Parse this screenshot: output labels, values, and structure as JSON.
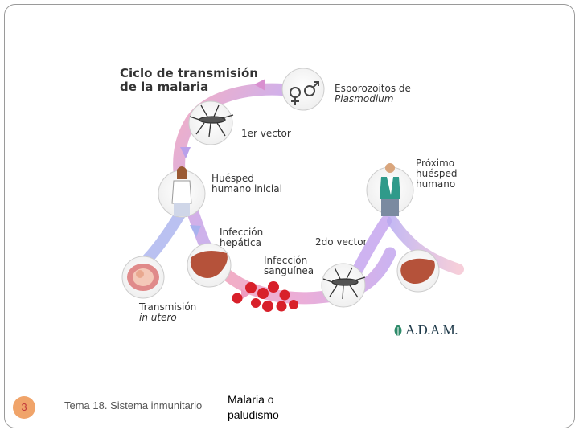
{
  "diagram": {
    "title_line1": "Ciclo de transmisión",
    "title_line2": "de la malaria",
    "sporozoites_line1": "Esporozoitos de",
    "sporozoites_line2": "Plasmodium",
    "first_vector": "1er vector",
    "initial_host_line1": "Huésped",
    "initial_host_line2": "humano inicial",
    "next_host_line1": "Próximo",
    "next_host_line2": "huésped",
    "next_host_line3": "humano",
    "liver_infection_line1": "Infección",
    "liver_infection_line2": "hepática",
    "second_vector": "2do vector",
    "blood_infection_line1": "Infección",
    "blood_infection_line2": "sanguínea",
    "in_utero_line1": "Transmisión",
    "in_utero_line2": "in utero",
    "credit": "A.D.A.M."
  },
  "footer": {
    "slide_number": "3",
    "course_topic": "Tema 18. Sistema inmunitario",
    "slide_topic": "Malaria o paludismo"
  },
  "colors": {
    "cycle_pink": "#f2a0b8",
    "cycle_purple": "#c9a2e6",
    "cycle_blue": "#a8b2ee",
    "blood_cell_red": "#d8202a",
    "liver_brown": "#b5523a",
    "slide_number_badge": "#f0a46a"
  },
  "icons": [
    "female-symbol-icon",
    "male-symbol-icon",
    "mosquito-icon",
    "woman-figure-icon",
    "man-figure-icon",
    "liver-icon",
    "fetus-icon",
    "blood-cells-icon",
    "adam-leaf-icon"
  ]
}
